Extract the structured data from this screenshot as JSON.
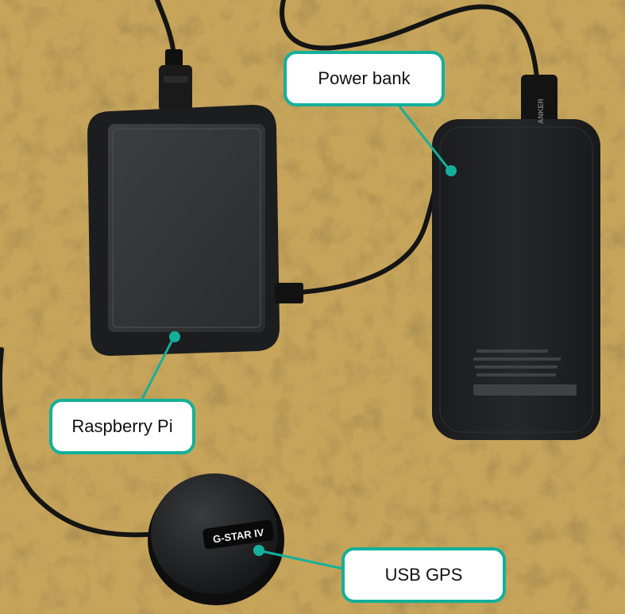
{
  "labels": {
    "power_bank": "Power bank",
    "raspberry_pi": "Raspberry Pi",
    "usb_gps": "USB GPS"
  },
  "device_text": {
    "gps_brand": "G-STAR IV",
    "power_bank_brand": "ANKER"
  },
  "colors": {
    "callout_border": "#14b09a",
    "ground": "#c6a45a",
    "device_black": "#1b1c1e"
  }
}
